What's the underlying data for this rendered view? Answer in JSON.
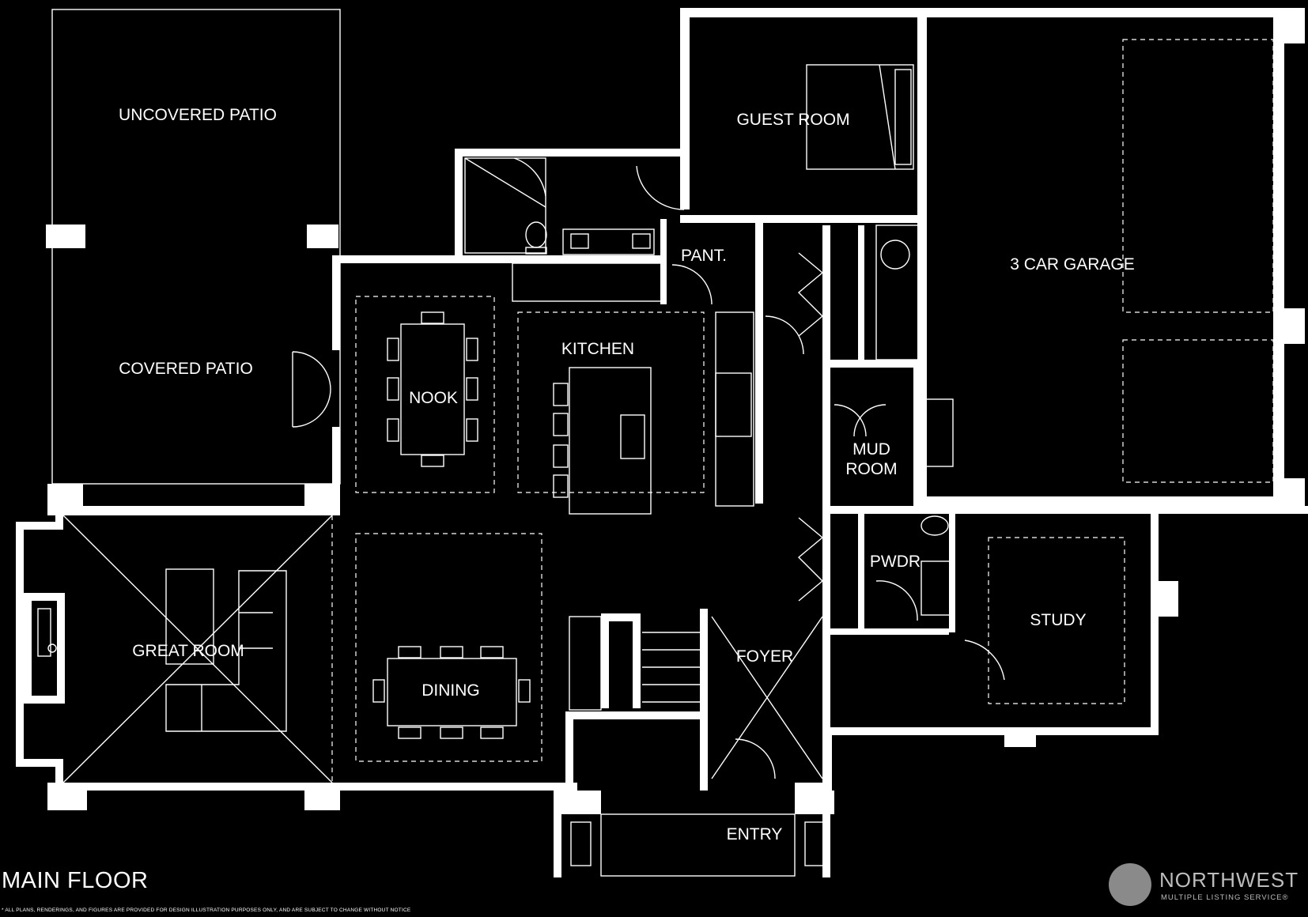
{
  "floor_title": "MAIN FLOOR",
  "disclaimer": "* ALL PLANS, RENDERINGS, AND FIGURES ARE PROVIDED FOR DESIGN ILLUSTRATION PURPOSES ONLY, AND ARE SUBJECT TO CHANGE WITHOUT NOTICE",
  "rooms": {
    "uncovered_patio": "UNCOVERED PATIO",
    "covered_patio": "COVERED PATIO",
    "guest_room": "GUEST ROOM",
    "three_car_garage": "3 CAR GARAGE",
    "pantry": "PANT.",
    "kitchen": "KITCHEN",
    "nook": "NOOK",
    "mud_room_line1": "MUD",
    "mud_room_line2": "ROOM",
    "great_room": "GREAT ROOM",
    "dining": "DINING",
    "foyer": "FOYER",
    "powder": "PWDR",
    "study": "STUDY",
    "entry": "ENTRY"
  },
  "logo": {
    "name": "NORTHWEST",
    "subtitle": "MULTIPLE LISTING SERVICE®"
  },
  "colors": {
    "background": "#000000",
    "walls": "#ffffff",
    "logo_gray": "#8a8a8a"
  }
}
